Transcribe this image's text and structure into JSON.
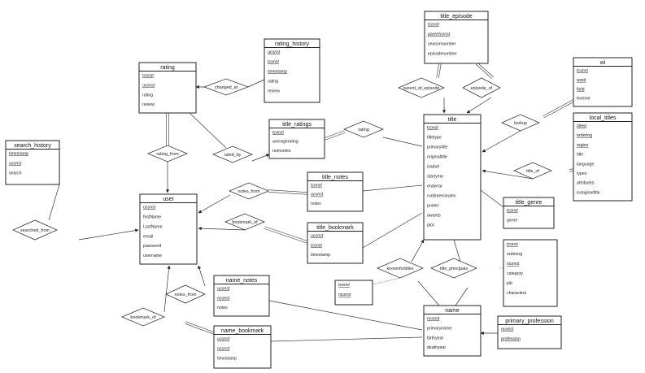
{
  "entities": {
    "title_episode": {
      "name": "title_episode",
      "attrs": [
        {
          "t": "tconst",
          "u": true,
          "i": true
        },
        {
          "t": "parentconst",
          "u": true,
          "i": true
        },
        {
          "t": "seasonnumber"
        },
        {
          "t": "episodenumber"
        }
      ]
    },
    "rating_history": {
      "name": "rating_history",
      "attrs": [
        {
          "t": "uconst",
          "u": true,
          "i": true
        },
        {
          "t": "tconst",
          "u": true,
          "i": true
        },
        {
          "t": "timestamp",
          "u": true
        },
        {
          "t": "rating"
        },
        {
          "t": "review"
        }
      ]
    },
    "rating": {
      "name": "rating",
      "attrs": [
        {
          "t": "tconst",
          "u": true
        },
        {
          "t": "uconst",
          "u": true
        },
        {
          "t": "rating"
        },
        {
          "t": "review"
        }
      ]
    },
    "wi": {
      "name": "wi",
      "attrs": [
        {
          "t": "tconst",
          "u": true,
          "i": true
        },
        {
          "t": "word",
          "u": true
        },
        {
          "t": "field",
          "u": true
        },
        {
          "t": "lexeme"
        }
      ]
    },
    "local_titles": {
      "name": "local_titles",
      "attrs": [
        {
          "t": "titleid",
          "u": true,
          "i": true
        },
        {
          "t": "ordering",
          "u": true
        },
        {
          "t": "region",
          "u": true
        },
        {
          "t": "title"
        },
        {
          "t": "language"
        },
        {
          "t": "types"
        },
        {
          "t": "attributes"
        },
        {
          "t": "isoriginaltitle"
        }
      ]
    },
    "title_ratings": {
      "name": "title_ratings",
      "attrs": [
        {
          "t": "tconst",
          "u": true,
          "i": true
        },
        {
          "t": "averagerating"
        },
        {
          "t": "numvotes"
        }
      ]
    },
    "search_history": {
      "name": "search_history",
      "attrs": [
        {
          "t": "timestamp",
          "u": true
        },
        {
          "t": "uconst",
          "u": true,
          "i": true
        },
        {
          "t": "search"
        }
      ]
    },
    "title": {
      "name": "title",
      "attrs": [
        {
          "t": "tconst",
          "u": true
        },
        {
          "t": "titletype"
        },
        {
          "t": "primarytitle"
        },
        {
          "t": "originaltitle"
        },
        {
          "t": "isadult"
        },
        {
          "t": "startyear"
        },
        {
          "t": "endyear"
        },
        {
          "t": "runtimeminutes"
        },
        {
          "t": "poster"
        },
        {
          "t": "awards"
        },
        {
          "t": "plot"
        }
      ]
    },
    "title_notes": {
      "name": "title_notes",
      "attrs": [
        {
          "t": "tconst",
          "u": true,
          "i": true
        },
        {
          "t": "uconst",
          "u": true,
          "i": true
        },
        {
          "t": "notes"
        }
      ]
    },
    "user": {
      "name": "user",
      "attrs": [
        {
          "t": "uconst",
          "u": true
        },
        {
          "t": "firstName"
        },
        {
          "t": "LastName"
        },
        {
          "t": "email"
        },
        {
          "t": "password"
        },
        {
          "t": "username"
        }
      ]
    },
    "title_genre": {
      "name": "title_genre",
      "attrs": [
        {
          "t": "tconst",
          "u": true,
          "i": true
        },
        {
          "t": "genre"
        }
      ]
    },
    "title_bookmark": {
      "name": "title_bookmark",
      "attrs": [
        {
          "t": "uconst",
          "u": true,
          "i": true
        },
        {
          "t": "tconst",
          "u": true,
          "i": true
        },
        {
          "t": "timestamp"
        }
      ]
    },
    "title_principals": {
      "name": "",
      "attrs": [
        {
          "t": "tconst",
          "u": true,
          "i": true
        },
        {
          "t": "ordering"
        },
        {
          "t": "nconst",
          "u": true
        },
        {
          "t": "category"
        },
        {
          "t": "job"
        },
        {
          "t": "characters"
        }
      ]
    },
    "name_notes": {
      "name": "name_notes",
      "attrs": [
        {
          "t": "uconst",
          "u": true,
          "i": true
        },
        {
          "t": "nconst",
          "u": true,
          "i": true
        },
        {
          "t": "notes"
        }
      ]
    },
    "knownfortitles": {
      "name": "",
      "attrs": [
        {
          "t": "tconst",
          "u": true,
          "i": true
        },
        {
          "t": "nconst",
          "u": true,
          "i": true
        }
      ]
    },
    "name": {
      "name": "name",
      "attrs": [
        {
          "t": "nconst",
          "u": true
        },
        {
          "t": "primaryname"
        },
        {
          "t": "birthyear"
        },
        {
          "t": "deathyear"
        }
      ]
    },
    "primary_profession": {
      "name": "primary_profession",
      "attrs": [
        {
          "t": "nconst",
          "u": true,
          "i": true
        },
        {
          "t": "profession",
          "u": true
        }
      ]
    },
    "name_bookmark": {
      "name": "name_bookmark",
      "attrs": [
        {
          "t": "uconst",
          "u": true,
          "i": true
        },
        {
          "t": "nconst",
          "u": true,
          "i": true
        },
        {
          "t": "timestamp"
        }
      ]
    }
  },
  "relationships": {
    "changed_at": "changed_at",
    "rating_from": "rating_from",
    "rated_by": "rated_by",
    "rating": "rating",
    "parent_of_episode": "parent_of_episode",
    "episode_of": "episode_of",
    "lookup": "lookup",
    "title_of": "title_of",
    "notes_from": "notes_from",
    "bookmark_of_title": "bookmark_of",
    "searched_from": "searched_from",
    "notes_from_name": "notes_from",
    "bookmark_of_name": "bookmark_of",
    "knownfortitles": "knownfortitles",
    "title_principals": "title_principals"
  }
}
